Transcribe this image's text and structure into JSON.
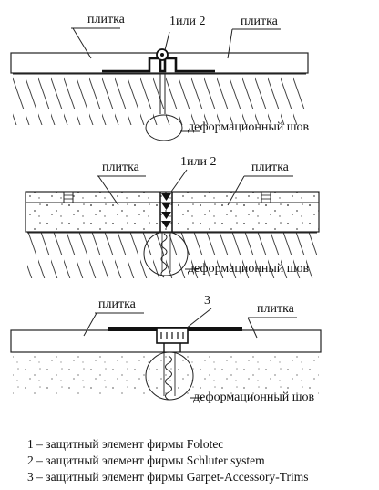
{
  "diagrams": [
    {
      "label_tile_left": "плитка",
      "label_tile_right": "плитка",
      "label_element": "1или 2",
      "label_joint": "деформационный шов"
    },
    {
      "label_tile_left": "плитка",
      "label_tile_right": "плитка",
      "label_element": "1или 2",
      "label_joint": "деформационный шов"
    },
    {
      "label_tile_left": "плитка",
      "label_tile_right": "плитка",
      "label_element": "3",
      "label_joint": "деформационный шов"
    }
  ],
  "legend": [
    "1 – защитный элемент фирмы Folotec",
    "2 – защитный элемент фирмы Schluter system",
    "3 – защитный элемент фирмы Garpet-Accessory-Trims"
  ]
}
